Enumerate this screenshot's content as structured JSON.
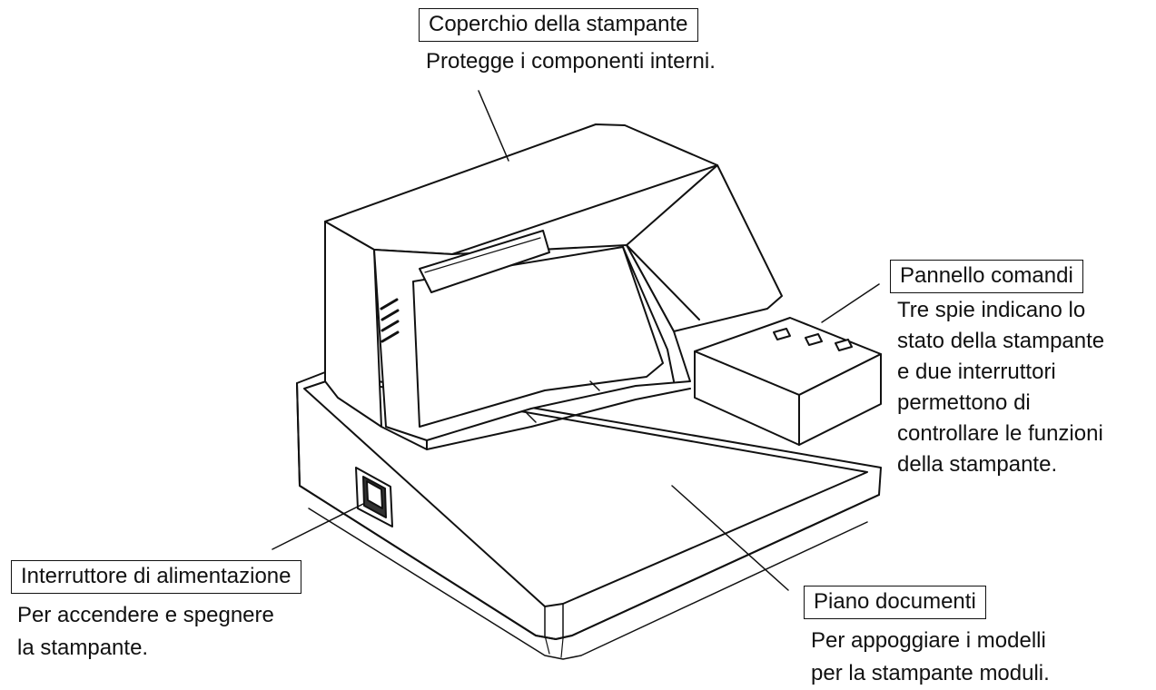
{
  "callouts": {
    "cover": {
      "label": "Coperchio della stampante",
      "desc": [
        "Protegge i componenti interni."
      ]
    },
    "panel": {
      "label": "Pannello comandi",
      "desc": [
        "Tre spie indicano lo",
        "stato della stampante",
        "e due interruttori",
        "permettono di",
        "controllare le funzioni",
        "della stampante."
      ]
    },
    "switch": {
      "label": "Interruttore di alimentazione",
      "desc": [
        "Per accendere e spegnere",
        "la stampante."
      ]
    },
    "table": {
      "label": "Piano documenti",
      "desc": [
        "Per appoggiare i modelli",
        "per la stampante moduli."
      ]
    }
  },
  "colors": {
    "line": "#111111",
    "fill": "#ffffff"
  }
}
